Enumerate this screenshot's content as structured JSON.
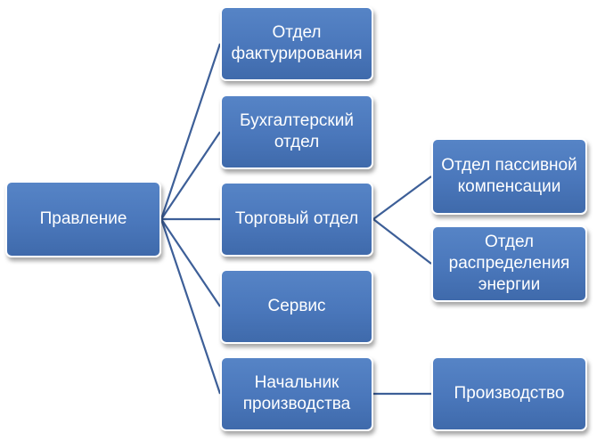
{
  "diagram": {
    "root": {
      "label": "Правление"
    },
    "level1": [
      {
        "label": "Отдел фактурирования"
      },
      {
        "label": "Бухгалтерский отдел"
      },
      {
        "label": "Торговый отдел"
      },
      {
        "label": "Сервис"
      },
      {
        "label": "Начальник производства"
      }
    ],
    "level2": [
      {
        "label": "Отдел пассивной компенсации",
        "parent": "Торговый отдел"
      },
      {
        "label": "Отдел распределения энергии",
        "parent": "Торговый отдел"
      },
      {
        "label": "Производство",
        "parent": "Начальник производства"
      }
    ],
    "colors": {
      "node_fill": "#4a77bb",
      "node_border": "#ffffff",
      "connector": "#3d5f98",
      "text": "#ffffff"
    }
  }
}
